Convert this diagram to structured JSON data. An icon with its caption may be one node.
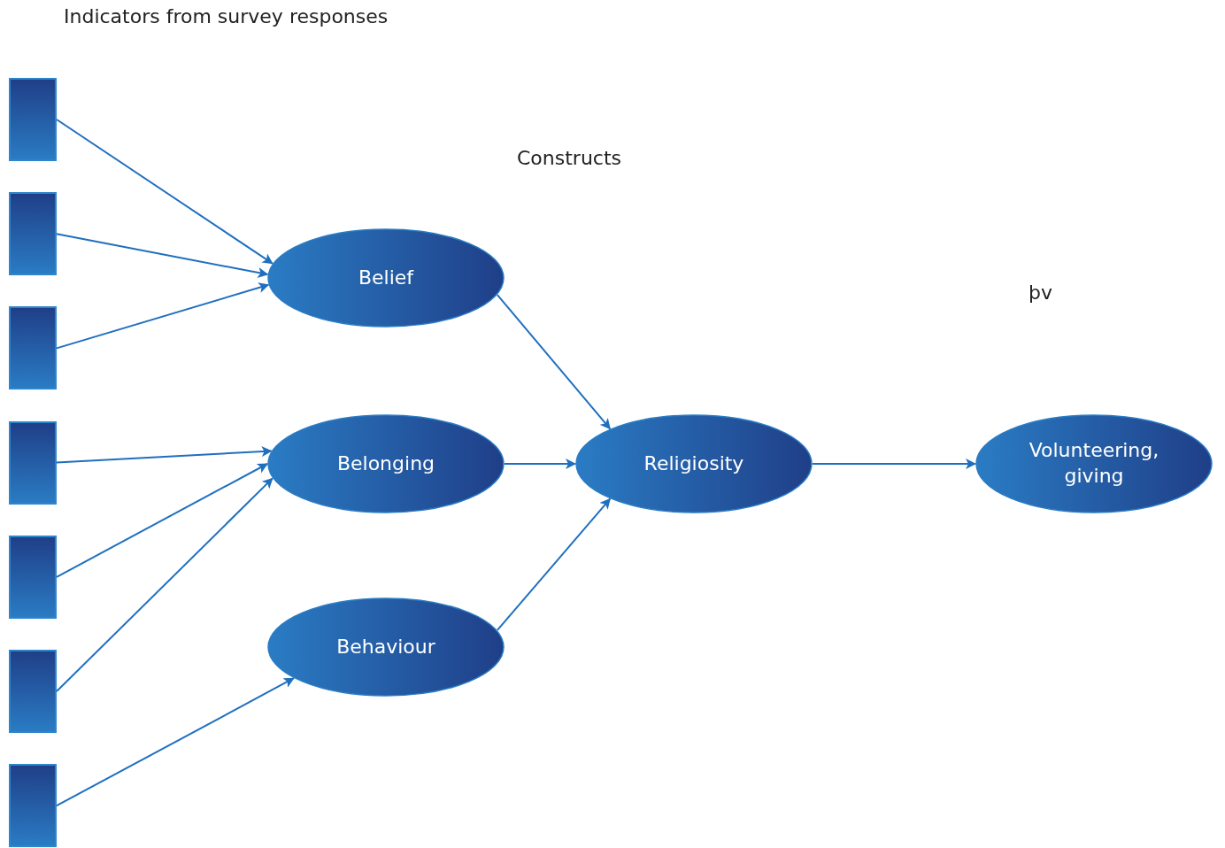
{
  "diagram": {
    "nodes": [
      {
        "text": [],
        "shape": "box"
      },
      {
        "text": [],
        "shape": "box"
      },
      {
        "text": [],
        "shape": "box"
      },
      {
        "text": [],
        "shape": "box"
      },
      {
        "text": [],
        "shape": "box"
      },
      {
        "text": [],
        "shape": "box"
      },
      {
        "text": [],
        "shape": "box"
      },
      {
        "text": [
          "Belief"
        ]
      },
      {
        "text": [
          "Belonging"
        ]
      },
      {
        "text": [
          "Behaviour"
        ]
      },
      {
        "text": [
          "Religiosity"
        ]
      },
      {
        "text": [
          "Volunteering, giving"
        ]
      }
    ],
    "edges": [
      {
        "from": 0,
        "to": 7,
        "arrow": "to"
      },
      {
        "from": 1,
        "to": 7,
        "arrow": "to"
      },
      {
        "from": 2,
        "to": 7,
        "arrow": "to"
      },
      {
        "from": 3,
        "to": 8,
        "arrow": "to"
      },
      {
        "from": 4,
        "to": 8,
        "arrow": "to"
      },
      {
        "from": 5,
        "to": 8,
        "arrow": "to"
      },
      {
        "from": 6,
        "to": 9,
        "arrow": "to"
      },
      {
        "from": 7,
        "to": 10,
        "arrow": "to"
      },
      {
        "from": 8,
        "to": 10,
        "arrow": "to"
      },
      {
        "from": 9,
        "to": 10,
        "arrow": "to"
      },
      {
        "from": 10,
        "to": 11,
        "arrow": "to"
      }
    ],
    "labels": [
      "Indicators from survey responses",
      "Constructs",
      "þv"
    ]
  }
}
